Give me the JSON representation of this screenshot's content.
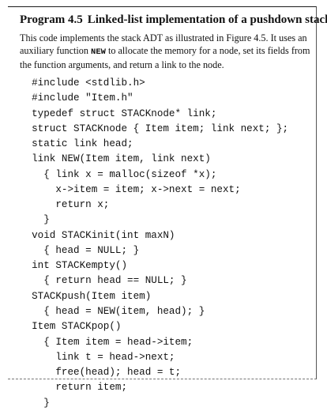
{
  "program": {
    "label": "Program 4.5",
    "title": "Linked-list implementation of a pushdown stack",
    "description": {
      "before": "This code implements the stack ADT as illustrated in Figure 4.5. It uses an auxiliary function ",
      "code": "NEW",
      "after": " to allocate the memory for a node, set its fields from the function arguments, and return a link to the node."
    },
    "code_lines": [
      "  #include <stdlib.h>",
      "  #include \"Item.h\"",
      "  typedef struct STACKnode* link;",
      "  struct STACKnode { Item item; link next; };",
      "  static link head;",
      "  link NEW(Item item, link next)",
      "    { link x = malloc(sizeof *x);",
      "      x->item = item; x->next = next;",
      "      return x;",
      "    }",
      "  void STACKinit(int maxN)",
      "    { head = NULL; }",
      "  int STACKempty()",
      "    { return head == NULL; }",
      "  STACKpush(Item item)",
      "    { head = NEW(item, head); }",
      "  Item STACKpop()",
      "    { Item item = head->item;",
      "      link t = head->next;",
      "      free(head); head = t;",
      "      return item;",
      "    }"
    ]
  }
}
